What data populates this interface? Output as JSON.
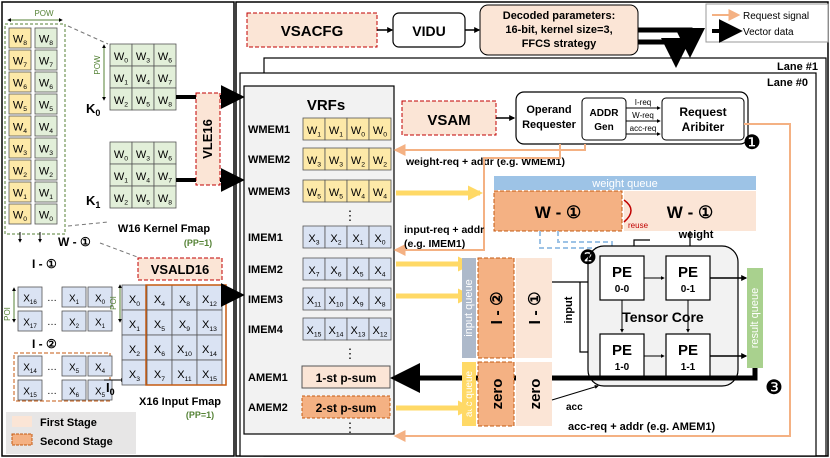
{
  "left_panel": {
    "pow_top": "POW",
    "pow_side": "POW",
    "poi_left": "POI",
    "poi_right": "POI",
    "col_a": [
      "W8",
      "W7",
      "W6",
      "W5",
      "W4",
      "W3",
      "W2",
      "W1",
      "W0"
    ],
    "col_b": [
      "W8",
      "W7",
      "W6",
      "W5",
      "W4",
      "W3",
      "W2",
      "W1",
      "W0"
    ],
    "k0_rows": [
      [
        "W0",
        "W3",
        "W6"
      ],
      [
        "W1",
        "W4",
        "W7"
      ],
      [
        "W2",
        "W5",
        "W8"
      ]
    ],
    "k1_rows": [
      [
        "W0",
        "W3",
        "W6"
      ],
      [
        "W1",
        "W4",
        "W7"
      ],
      [
        "W2",
        "W5",
        "W8"
      ]
    ],
    "k0_label": "K0",
    "k1_label": "K1",
    "kernel_title": "W16 Kernel Fmap",
    "kernel_pp": "(PP=1)",
    "w_stage_label": "W - ①",
    "i1_label": "I - ①",
    "i2_label": "I - ②",
    "i1_grid": [
      [
        "X16",
        "X1",
        "X0"
      ],
      [
        "X17",
        "X2",
        "X1"
      ]
    ],
    "i2_grid": [
      [
        "X14",
        "X5",
        "X4"
      ],
      [
        "X15",
        "X6",
        "X5"
      ]
    ],
    "fmap_rows": [
      [
        "X0",
        "X4",
        "X8",
        "X12"
      ],
      [
        "X1",
        "X5",
        "X9",
        "X13"
      ],
      [
        "X2",
        "X6",
        "X10",
        "X14"
      ],
      [
        "X3",
        "X7",
        "X11",
        "X15"
      ]
    ],
    "i0_label": "I0",
    "input_title": "X16 Input Fmap",
    "input_pp": "(PP=1)",
    "vle16": "VLE16",
    "vsald16": "VSALD16",
    "stage_first": "First Stage",
    "stage_second": "Second Stage"
  },
  "top": {
    "vsacfg": "VSACFG",
    "vidu": "VIDU",
    "decoded_lines": [
      "Decoded parameters:",
      "16-bit, kernel size=3,",
      "FFCS strategy"
    ]
  },
  "legend": {
    "request": "Request signal",
    "vector": "Vector data"
  },
  "lanes": {
    "lane1": "Lane #1",
    "lane0": "Lane #0"
  },
  "vrf": {
    "title": "VRFs",
    "rows": [
      {
        "label": "WMEM1",
        "cells": [
          "W1",
          "W1",
          "W0",
          "W0"
        ],
        "kind": "w"
      },
      {
        "label": "WMEM2",
        "cells": [
          "W3",
          "W3",
          "W2",
          "W2"
        ],
        "kind": "w"
      },
      {
        "label": "WMEM3",
        "cells": [
          "W5",
          "W5",
          "W4",
          "W4"
        ],
        "kind": "w"
      },
      {
        "label": "IMEM1",
        "cells": [
          "X3",
          "X2",
          "X1",
          "X0"
        ],
        "kind": "x"
      },
      {
        "label": "IMEM2",
        "cells": [
          "X7",
          "X6",
          "X5",
          "X4"
        ],
        "kind": "x"
      },
      {
        "label": "IMEM3",
        "cells": [
          "X11",
          "X10",
          "X9",
          "X8"
        ],
        "kind": "x"
      },
      {
        "label": "IMEM4",
        "cells": [
          "X15",
          "X14",
          "X13",
          "X12"
        ],
        "kind": "x"
      }
    ],
    "amem": [
      {
        "label": "AMEM1",
        "text": "1-st p-sum"
      },
      {
        "label": "AMEM2",
        "text": "2-st p-sum"
      }
    ],
    "ellipsis": "⋮"
  },
  "vsam": {
    "label": "VSAM",
    "operand_lines": [
      "Operand",
      "Requester"
    ],
    "addr_lines": [
      "ADDR",
      "Gen"
    ],
    "req_labels": [
      "I-req",
      "W-req",
      "acc-req"
    ],
    "arbiter_lines": [
      "Request",
      "Aribiter"
    ]
  },
  "signals": {
    "weight_req": "weight-req + addr (e.g. WMEM1)",
    "input_req": [
      "input-req + addr",
      "(e.g. IMEM1)"
    ],
    "acc_req": "acc-req + addr  (e.g. AMEM1)",
    "input": "input",
    "weight": "weight",
    "acc": "acc",
    "reuse": "reuse"
  },
  "queues": {
    "weight_queue": "weight queue",
    "input_queue": "input queue",
    "result_queue": "result queue",
    "acc_queue": "acc queue",
    "w_slot_a": "W - ①",
    "w_slot_b": "W - ①",
    "i_slot_a": "I - ②",
    "i_slot_b": "I - ①",
    "zero_a": "zero",
    "zero_b": "zero"
  },
  "tensor": {
    "label": "Tensor Core",
    "pes": [
      {
        "name": "PE",
        "id": "0-0"
      },
      {
        "name": "PE",
        "id": "0-1"
      },
      {
        "name": "PE",
        "id": "1-0"
      },
      {
        "name": "PE",
        "id": "1-1"
      }
    ]
  },
  "markers": [
    "❶",
    "❷",
    "❸"
  ],
  "colors": {
    "request": "#f4b183",
    "vector": "#000000",
    "weight_cell": "#fde9a8",
    "input_cell": "#dae3f3",
    "kernel_cell": "#e2efd9",
    "first_stage": "#fbe5d6",
    "second_stage": "#f4b183",
    "weight_queue": "#9dc3e6",
    "input_queue": "#adb9ca",
    "result_queue": "#a9d18e",
    "acc_queue": "#ffd966",
    "dash_red": "#c00000",
    "green_text": "#548235"
  }
}
